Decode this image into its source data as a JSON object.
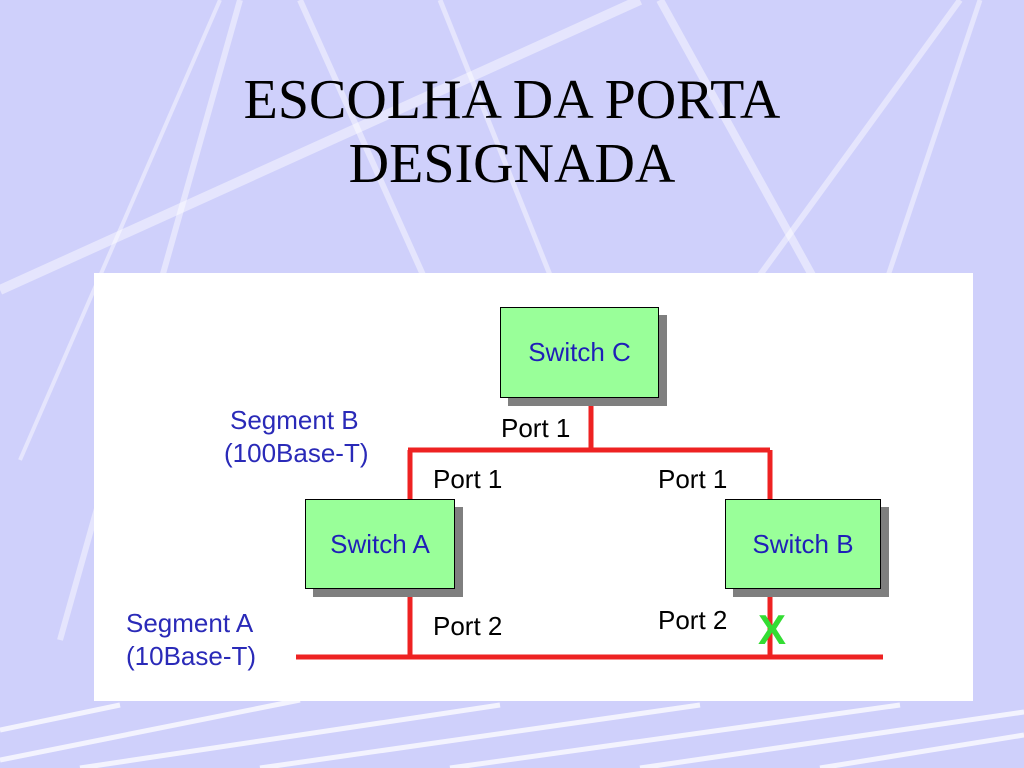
{
  "slide": {
    "title_lines": [
      "ESCOLHA DA PORTA",
      "DESIGNADA"
    ],
    "colors": {
      "background": "#cfd0fb",
      "switch_fill": "#99ff99",
      "switch_text": "#1f1fb8",
      "segment_text": "#2a2ab8",
      "cable": "#ee2222",
      "blocked_mark": "#33dd33"
    }
  },
  "diagram": {
    "switches": {
      "c": "Switch C",
      "a": "Switch A",
      "b": "Switch B"
    },
    "ports": {
      "c_port1": "Port 1",
      "a_port1": "Port 1",
      "b_port1": "Port 1",
      "a_port2": "Port 2",
      "b_port2": "Port 2"
    },
    "segments": {
      "b": {
        "name": "Segment B",
        "type": "(100Base-T)"
      },
      "a": {
        "name": "Segment A",
        "type": "(10Base-T)"
      }
    },
    "blocked_port_mark": "X"
  }
}
